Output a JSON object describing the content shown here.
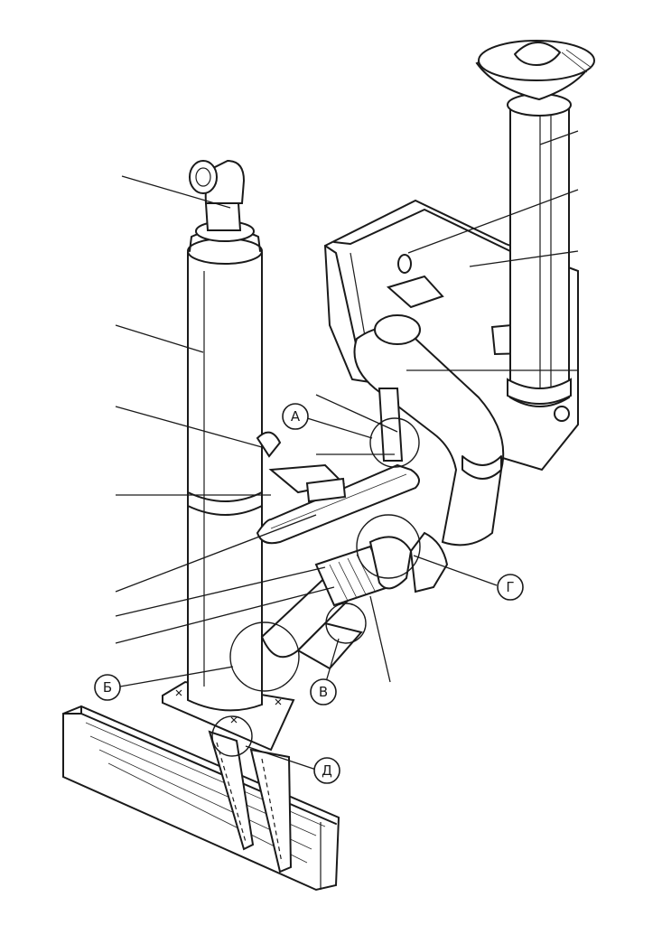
{
  "diagram": {
    "callouts": [
      {
        "id": "A",
        "label": "А"
      },
      {
        "id": "B",
        "label": "Б"
      },
      {
        "id": "V",
        "label": "В"
      },
      {
        "id": "G",
        "label": "Г"
      },
      {
        "id": "D",
        "label": "Д"
      }
    ]
  }
}
